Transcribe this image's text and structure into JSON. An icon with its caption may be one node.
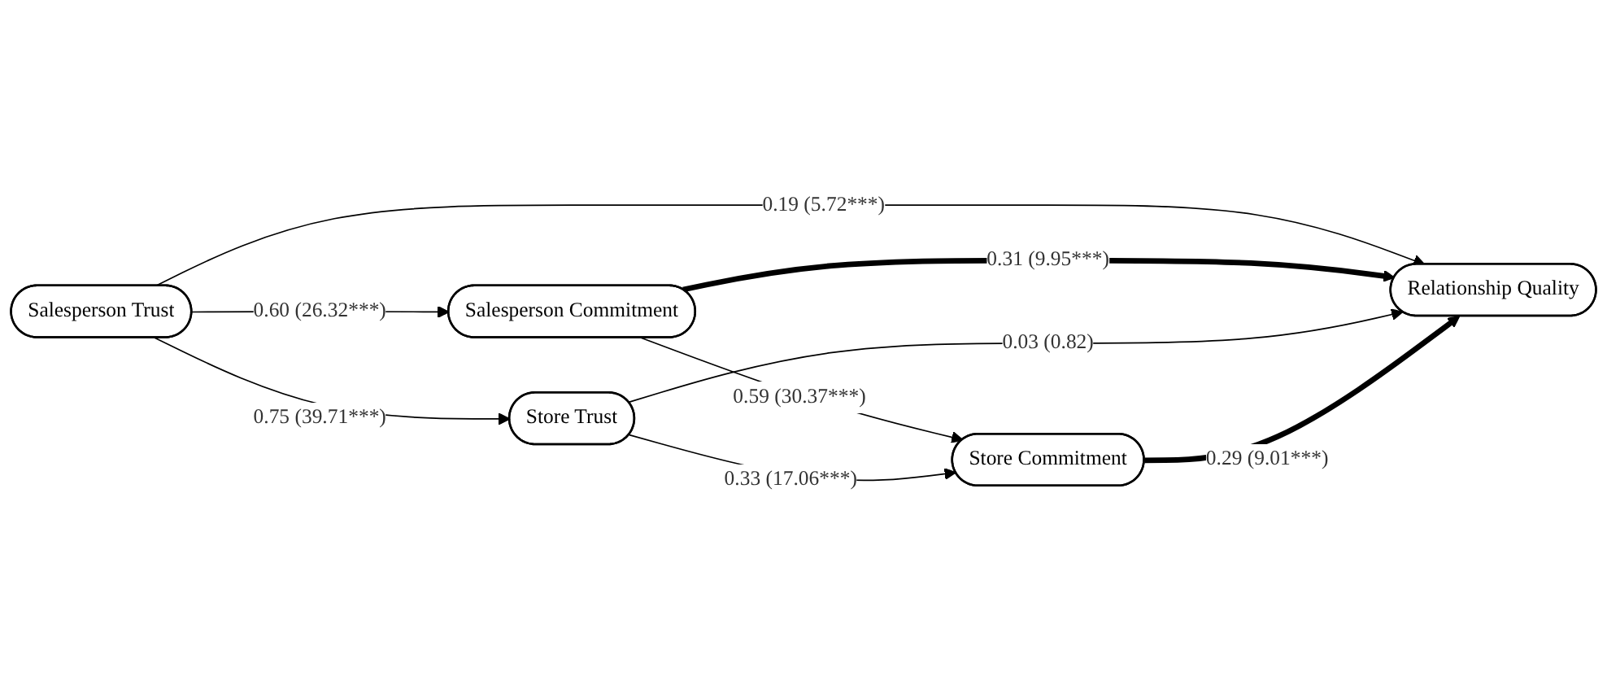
{
  "diagram": {
    "nodes": [
      {
        "text": [
          "Salesperson Trust"
        ]
      },
      {
        "text": [
          "Salesperson Commitment"
        ]
      },
      {
        "text": [
          "Relationship Quality"
        ]
      },
      {
        "text": [
          "Store Trust"
        ]
      },
      {
        "text": [
          "Store Commitment"
        ]
      }
    ],
    "edges": [
      {
        "from": 0,
        "to": 1,
        "arrow": "to",
        "label": "0.60 (26.32***)"
      },
      {
        "from": 0,
        "to": 2,
        "arrow": "to",
        "label": "0.19 (5.72***)"
      },
      {
        "from": 0,
        "to": 3,
        "arrow": "to",
        "label": "0.75 (39.71***)"
      },
      {
        "from": 1,
        "to": 2,
        "arrow": "to",
        "label": "0.31 (9.95***)",
        "style": "thick"
      },
      {
        "from": 1,
        "to": 4,
        "arrow": "to",
        "label": "0.59 (30.37***)"
      },
      {
        "from": 3,
        "to": 2,
        "arrow": "to",
        "label": "0.03 (0.82)"
      },
      {
        "from": 3,
        "to": 4,
        "arrow": "to",
        "label": "0.33 (17.06***)"
      },
      {
        "from": 4,
        "to": 2,
        "arrow": "to",
        "label": "0.29 (9.01***)",
        "style": "thick"
      }
    ]
  }
}
